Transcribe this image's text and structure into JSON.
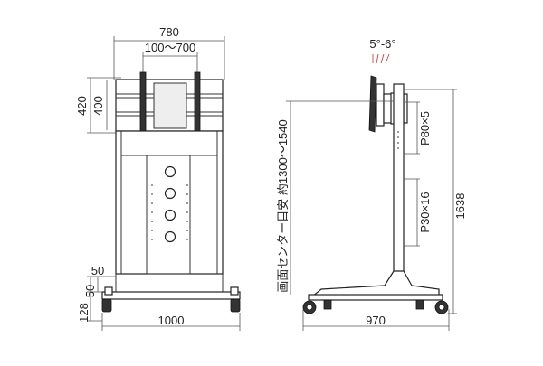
{
  "front": {
    "width_top": "780",
    "bracket_range": "100～700",
    "height_outer": "420",
    "height_inner": "400",
    "base_height": "50",
    "foot_offset": "50",
    "foot_total": "128",
    "base_width": "1000"
  },
  "side": {
    "tilt": "5°-6°",
    "center_height_label": "画面センター目安 約1300～1540",
    "pitch_upper": "P80×5",
    "pitch_lower": "P30×16",
    "total_height": "1638",
    "base_depth": "970"
  },
  "colors": {
    "tilt": "#e0202a",
    "line": "#222222"
  }
}
